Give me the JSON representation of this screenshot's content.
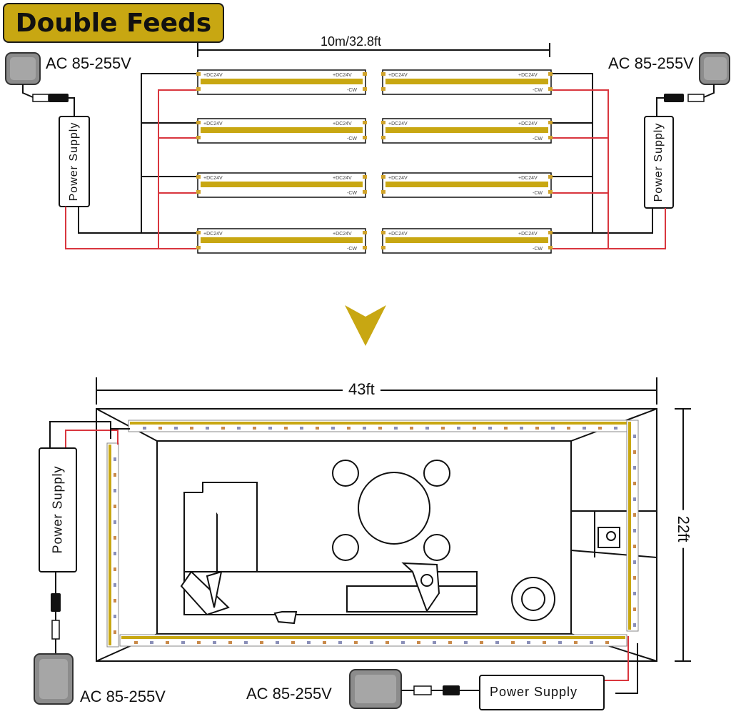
{
  "title": "Double Feeds",
  "colors": {
    "accent": "#c8a712",
    "wire_positive": "#d9363e",
    "wire_negative": "#222222",
    "adapter": "#8c8c8c"
  },
  "top_diagram": {
    "length_label": "10m/32.8ft",
    "left_ac_label": "AC 85-255V",
    "right_ac_label": "AC 85-255V",
    "left_power_supply": "Power Supply",
    "right_power_supply": "Power Supply",
    "strip_rows": 4,
    "strip_left_top_label": "+DC24V",
    "strip_left_bottom_label": "-CW",
    "strip_right_top_label": "+DC24V",
    "strip_right_bottom_label": "-CW"
  },
  "arrow_icon": "down-triangle-icon",
  "bottom_diagram": {
    "width_label": "43ft",
    "height_label": "22ft",
    "left_ac_label": "AC 85-255V",
    "bottom_ac_label": "AC 85-255V",
    "left_power_supply": "Power Supply",
    "bottom_power_supply": "Power Supply"
  }
}
